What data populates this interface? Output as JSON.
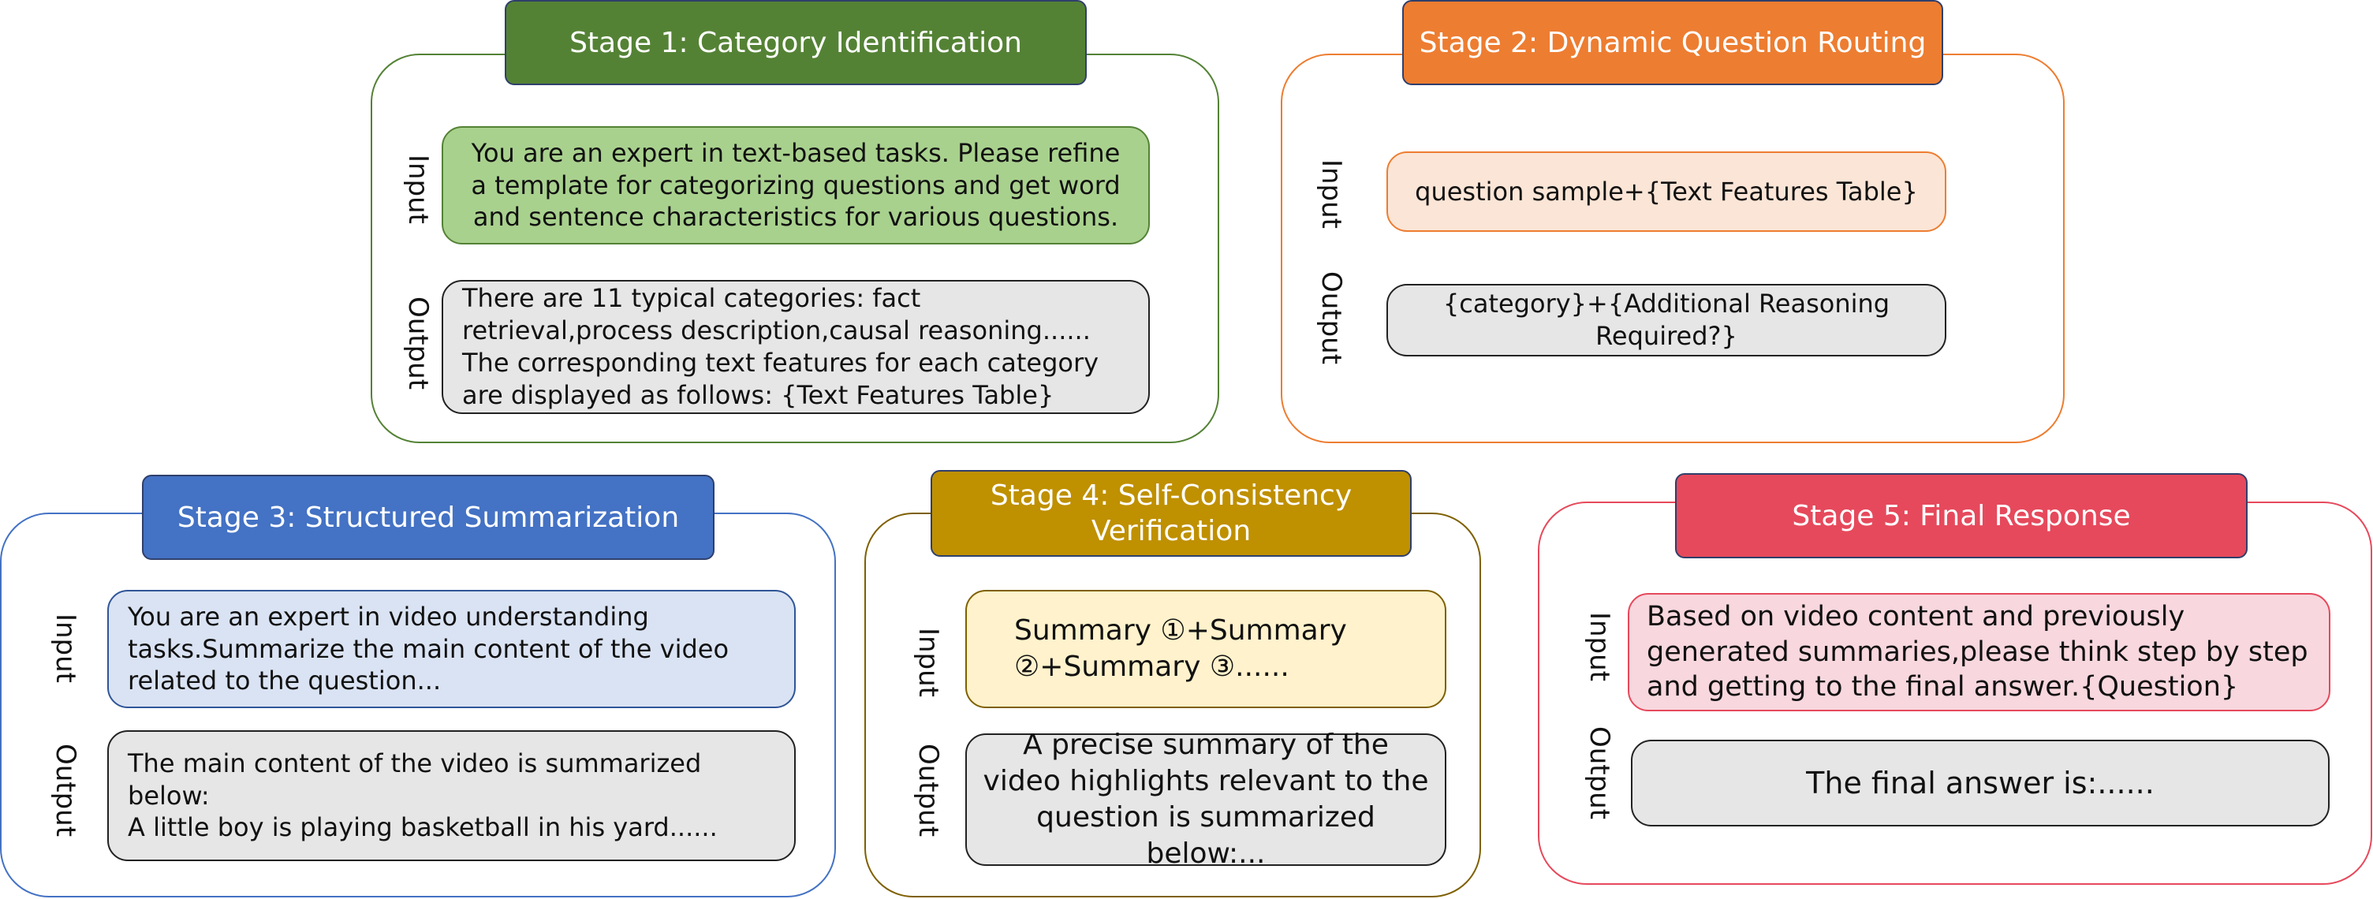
{
  "colors": {
    "stage1": "#548235",
    "stage2": "#ED7D31",
    "stage3": "#4472C4",
    "stage4": "#BF9000",
    "stage5": "#E6495C",
    "output_fill": "#E7E6E6"
  },
  "labels": {
    "input": "Input",
    "output": "Output"
  },
  "stages": [
    {
      "title": "Stage 1: Category Identification",
      "input": "You are an expert in text-based tasks. Please refine a template for categorizing questions and get word and sentence characteristics for various questions.",
      "output": "There are 11 typical categories: fact retrieval,process description,causal reasoning......\nThe corresponding text features for each category are displayed as follows:  {Text Features Table}"
    },
    {
      "title": "Stage 2: Dynamic Question Routing",
      "input": "question sample+{Text Features Table}",
      "output": "{category}+{Additional Reasoning Required?}"
    },
    {
      "title": "Stage 3: Structured Summarization",
      "input": "You are an expert in video understanding tasks.Summarize the main content of the video related to the question...",
      "output": "The main content of the video is summarized below:\nA little boy is playing basketball in his yard......"
    },
    {
      "title": "Stage 4: Self-Consistency Verification",
      "input": "Summary ①+Summary\n②+Summary ③......",
      "output": "A precise summary of the video highlights relevant to the question is summarized below:..."
    },
    {
      "title": "Stage 5: Final Response",
      "input": "Based on video content and previously generated summaries,please think step by step and getting to the final answer.{Question}",
      "output": "The final answer is:......"
    }
  ]
}
